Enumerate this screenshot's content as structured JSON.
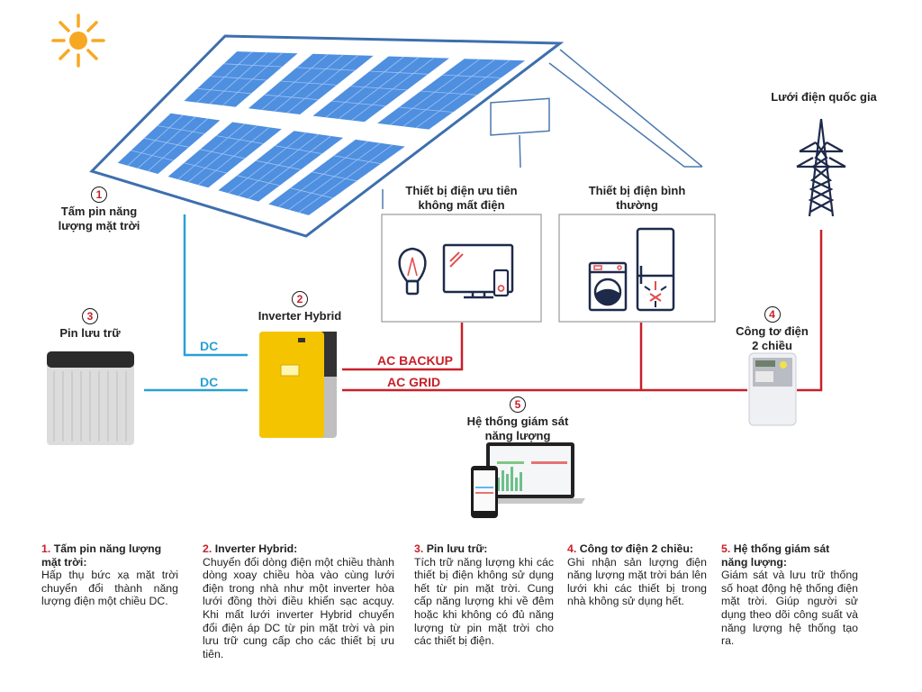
{
  "colors": {
    "dc_wire": "#2a9fd6",
    "ac_wire": "#c8202a",
    "panel_blue": "#4f8fe0",
    "inverter_yellow": "#f5c400",
    "icon_navy": "#1e2a4a",
    "sun_orange": "#f7a823"
  },
  "labels": {
    "solar_panel": {
      "num": "1",
      "line1": "Tấm pin năng",
      "line2": "lượng mặt trời"
    },
    "inverter": {
      "num": "2",
      "line1": "Inverter Hybrid"
    },
    "battery": {
      "num": "3",
      "line1": "Pin lưu trữ"
    },
    "meter": {
      "num": "4",
      "line1": "Công tơ điện",
      "line2": "2 chiều"
    },
    "monitor": {
      "num": "5",
      "line1": "Hệ thống giám sát",
      "line2": "năng lượng"
    },
    "priority_loads": {
      "line1": "Thiết bị điện ưu tiên",
      "line2": "không mất điện"
    },
    "normal_loads": {
      "line1": "Thiết bị điện bình",
      "line2": "thường"
    },
    "grid": {
      "line1": "Lưới điện quốc gia"
    }
  },
  "wires": {
    "dc_top": "DC",
    "dc_bottom": "DC",
    "ac_backup": "AC BACKUP",
    "ac_grid": "AC GRID"
  },
  "descriptions": [
    {
      "num": "1.",
      "title": "Tấm pin năng lượng mặt trời:",
      "body": "Hấp thụ bức xạ mặt trời chuyển đổi thành năng lượng điện một chiều DC."
    },
    {
      "num": "2.",
      "title": "Inverter Hybrid:",
      "body": "Chuyển đổi dòng điện một chiều thành dòng xoay chiều hòa vào cùng lưới điện trong nhà như một inverter hòa lưới đồng thời điều khiển sạc acquy. Khi mất lưới inverter Hybrid chuyển đổi điện áp DC từ pin mặt trời và pin lưu trữ cung cấp cho các thiết bị ưu tiên."
    },
    {
      "num": "3.",
      "title": "Pin lưu trữ:",
      "body": "Tích trữ năng lượng khi các thiết bị điện không sử dụng hết từ pin mặt trời. Cung cấp năng lượng khi về đêm hoặc khi không có đủ năng lượng từ pin mặt trời cho các thiết bị điện."
    },
    {
      "num": "4.",
      "title": "Công tơ điện 2 chiều:",
      "body": "Ghi nhận sản lượng điện năng lượng mặt trời bán lên lưới khi các thiết bị trong nhà không sử dụng hết."
    },
    {
      "num": "5.",
      "title": "Hệ thống giám sát năng lượng:",
      "body": "Giám sát và lưu trữ thống số hoạt động hệ thống điện mặt trời. Giúp người sử dụng theo dõi công suất và năng lượng hệ thống tạo ra."
    }
  ]
}
